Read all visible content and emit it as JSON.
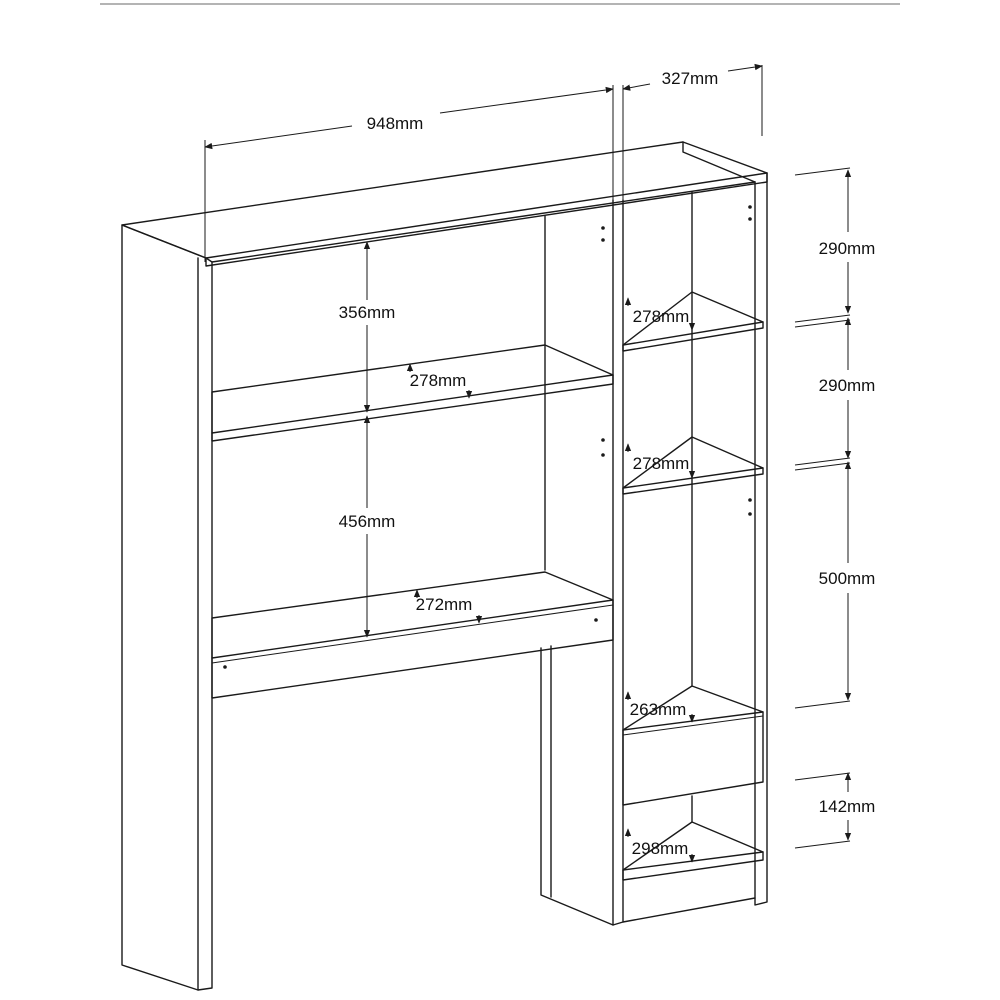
{
  "diagram": {
    "overall_width": "948mm",
    "tower_depth": "327mm",
    "desk_hutch_height": "356mm",
    "desk_lower_height": "456mm",
    "desk_shelf_depth": "278mm",
    "desk_top_depth": "272mm",
    "tower_top_height": "290mm",
    "tower_middle_height": "290mm",
    "tower_lower_height": "500mm",
    "drawer_height": "142mm",
    "tower_shelf_1_depth": "278mm",
    "tower_shelf_2_depth": "278mm",
    "drawer_depth": "263mm",
    "bottom_shelf_depth": "298mm"
  }
}
